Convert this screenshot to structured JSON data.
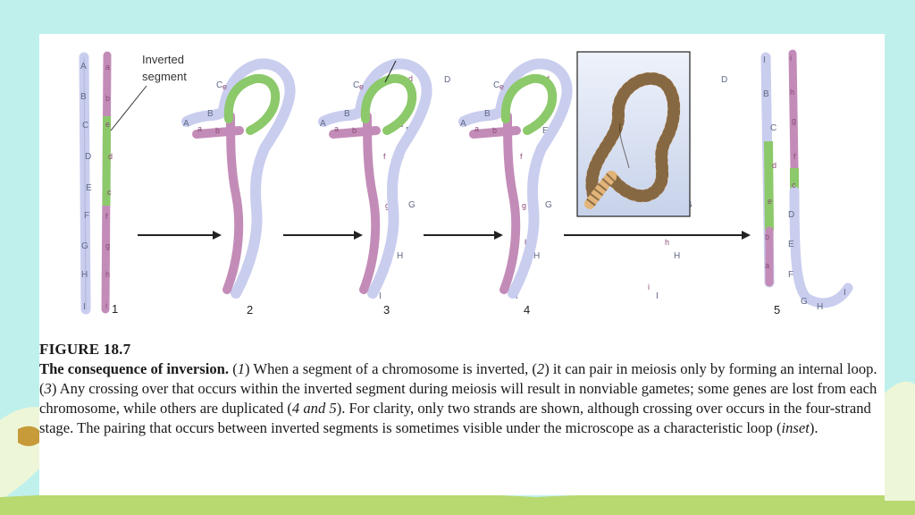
{
  "figure": {
    "label": "FIGURE 18.7",
    "inverted_segment_label_line1": "Inverted",
    "inverted_segment_label_line2": "segment",
    "panel_numbers": [
      "1",
      "2",
      "3",
      "4",
      "5"
    ],
    "caption": {
      "lead": "The consequence of inversion.",
      "s1a": " (",
      "n1": "1",
      "s1b": ") When a segment of a chromosome is inverted, (",
      "n2": "2",
      "s2": ") it can pair in meiosis only by forming an internal loop. (",
      "n3": "3",
      "s3": ") Any crossing over that occurs within the inverted segment during meiosis will result in nonviable gametes; some genes are lost from each chromosome, while others are duplicated (",
      "n4and5": "4 and 5",
      "s4": "). For clarity, only two strands are shown, although crossing over occurs in the four-strand stage. The pairing that occurs between inverted segments is sometimes visible under the microscope as a characteristic loop (",
      "inset": "inset",
      "s5": ")."
    },
    "upper_genes": [
      "A",
      "B",
      "C",
      "D",
      "E",
      "F",
      "G",
      "H",
      "I"
    ],
    "lower_genes": [
      "a",
      "b",
      "e",
      "d",
      "c",
      "f",
      "g",
      "h",
      "i"
    ],
    "panel5_left_genes": [
      "I",
      "B",
      "C",
      "d",
      "e",
      "b",
      "a"
    ],
    "panel5_right_genes": [
      "i",
      "h",
      "g",
      "f",
      "c",
      "D",
      "E",
      "F",
      "G",
      "H",
      "I"
    ]
  },
  "colors": {
    "background": "#bff0ec",
    "upper_chromosome": "#c9cdee",
    "lower_chromosome": "#c38cb8",
    "inverted_segment": "#8cc96a"
  }
}
